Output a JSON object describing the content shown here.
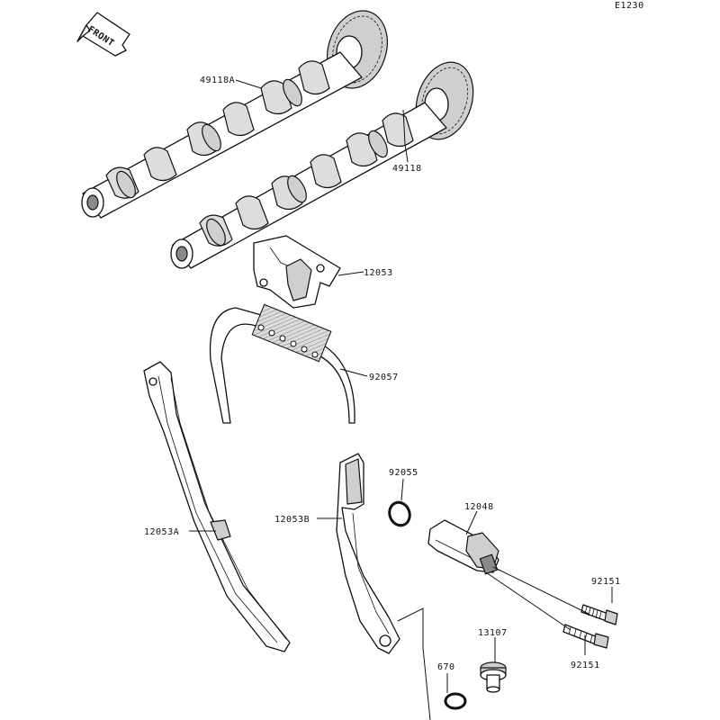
{
  "diagram": {
    "code": "E1230",
    "front_label": "FRONT",
    "parts": {
      "camshaft_intake": "49118A",
      "camshaft_exhaust": "49118",
      "chain_guide_upper": "12053",
      "cam_chain": "92057",
      "guide_left": "12053A",
      "guide_right": "12053B",
      "oring_tensioner": "92055",
      "tensioner": "12048",
      "bolt_upper": "92151",
      "bolt_lower": "92151",
      "pivot_bolt": "13107",
      "oring_small": "670"
    }
  }
}
